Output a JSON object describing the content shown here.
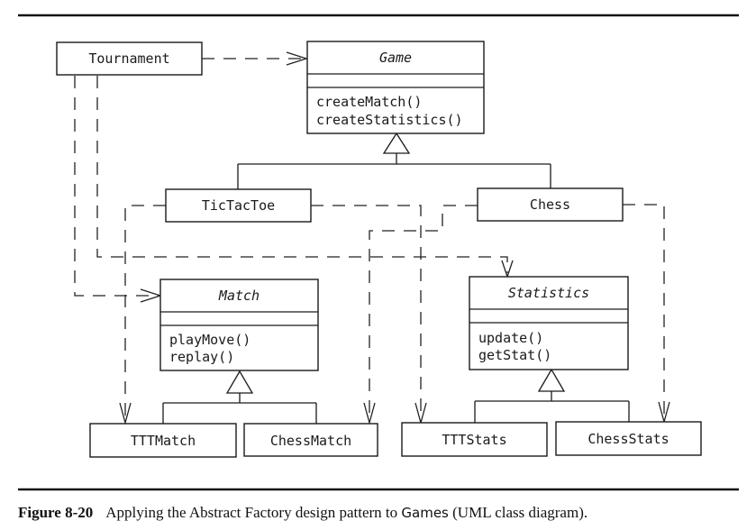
{
  "classes": {
    "tournament": {
      "name": "Tournament",
      "abstract": false
    },
    "game": {
      "name": "Game",
      "abstract": true,
      "operations": [
        "createMatch()",
        "createStatistics()"
      ]
    },
    "tictactoe": {
      "name": "TicTacToe",
      "abstract": false
    },
    "chess": {
      "name": "Chess",
      "abstract": false
    },
    "match": {
      "name": "Match",
      "abstract": true,
      "operations": [
        "playMove()",
        "replay()"
      ]
    },
    "statistics": {
      "name": "Statistics",
      "abstract": true,
      "operations": [
        "update()",
        "getStat()"
      ]
    },
    "tttmatch": {
      "name": "TTTMatch",
      "abstract": false
    },
    "chessmatch": {
      "name": "ChessMatch",
      "abstract": false
    },
    "tttstats": {
      "name": "TTTStats",
      "abstract": false
    },
    "chessstats": {
      "name": "ChessStats",
      "abstract": false
    }
  },
  "relationships": {
    "generalizations": [
      {
        "child": "TicTacToe",
        "parent": "Game"
      },
      {
        "child": "Chess",
        "parent": "Game"
      },
      {
        "child": "TTTMatch",
        "parent": "Match"
      },
      {
        "child": "ChessMatch",
        "parent": "Match"
      },
      {
        "child": "TTTStats",
        "parent": "Statistics"
      },
      {
        "child": "ChessStats",
        "parent": "Statistics"
      }
    ],
    "dependencies": [
      {
        "from": "Tournament",
        "to": "Game"
      },
      {
        "from": "Tournament",
        "to": "Match"
      },
      {
        "from": "Tournament",
        "to": "Statistics"
      },
      {
        "from": "TicTacToe",
        "to": "TTTMatch"
      },
      {
        "from": "TicTacToe",
        "to": "TTTStats"
      },
      {
        "from": "Chess",
        "to": "ChessMatch"
      },
      {
        "from": "Chess",
        "to": "ChessStats"
      }
    ]
  },
  "caption": {
    "label": "Figure 8-20",
    "text_before": "Applying the Abstract Factory design pattern to ",
    "code_word": "Games",
    "text_after": " (UML class diagram)."
  }
}
